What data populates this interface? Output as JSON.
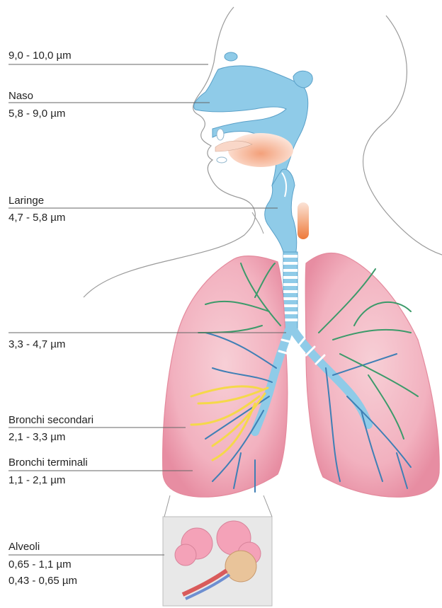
{
  "labels": {
    "l1_value": "9,0 - 10,0 µm",
    "naso_title": "Naso",
    "naso_value": "5,8 - 9,0 µm",
    "laringe_title": "Laringe",
    "laringe_value": "4,7 - 5,8 µm",
    "trachea_value": "3,3 - 4,7 µm",
    "bronchi_sec_title": "Bronchi secondari",
    "bronchi_sec_value": "2,1 - 3,3 µm",
    "bronchi_term_title": "Bronchi terminali",
    "bronchi_term_value": "1,1 - 2,1 µm",
    "alveoli_title": "Alveoli",
    "alveoli_value_1": "0,65  -  1,1 µm",
    "alveoli_value_2": "0,43 - 0,65 µm"
  },
  "colors": {
    "airway_blue": "#8fcbe8",
    "airway_outline": "#5aa0c8",
    "lung_pink": "#f2b6c1",
    "lung_edge": "#e48a9d",
    "tree_blue": "#3f7fb5",
    "tree_green": "#3c9a6a",
    "tree_yellow": "#f5d84a",
    "throat_orange": "#f08a4b",
    "leader_line": "#666666"
  }
}
